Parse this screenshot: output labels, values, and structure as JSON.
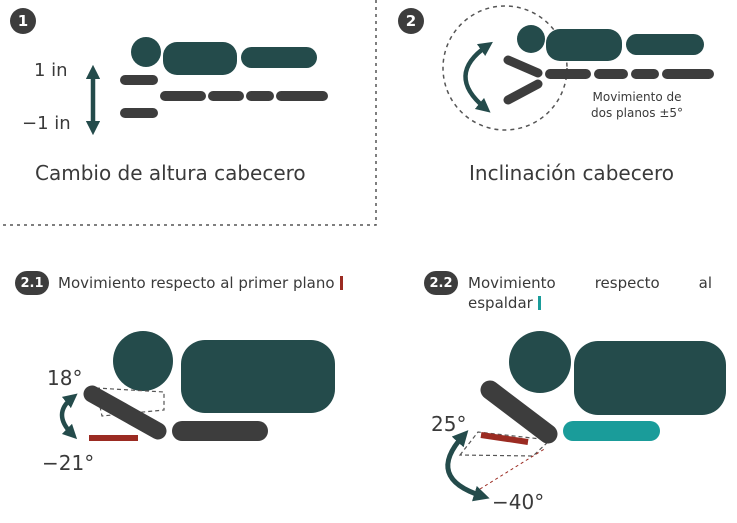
{
  "colors": {
    "teal_dark": "#244b4b",
    "charcoal": "#3d3d3d",
    "red": "#9b2b22",
    "teal_light": "#1a9c9a"
  },
  "panel1": {
    "badge": "1",
    "top_value": "1 in",
    "bottom_value": "−1 in",
    "caption": "Cambio de altura cabecero"
  },
  "panel2": {
    "badge": "2",
    "note_line1": "Movimiento de",
    "note_line2": "dos planos ±5°",
    "caption": "Inclinación cabecero"
  },
  "panel21": {
    "badge": "2.1",
    "title": "Movimiento respecto al primer plano",
    "angle_up": "18°",
    "angle_down": "−21°"
  },
  "panel22": {
    "badge": "2.2",
    "title": "Movimiento respecto al espaldar",
    "angle_up": "25°",
    "angle_down": "−40°"
  }
}
